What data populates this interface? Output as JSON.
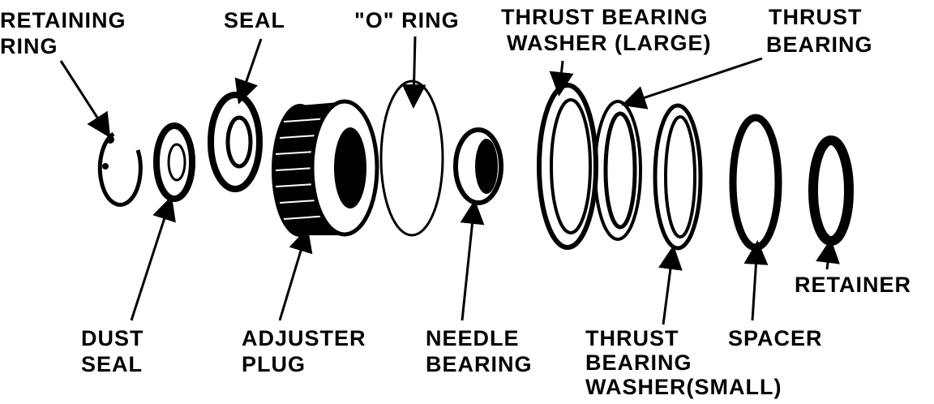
{
  "labels": {
    "retaining_ring": [
      "RETAINING",
      "RING"
    ],
    "seal": "SEAL",
    "o_ring": "\"O\" RING",
    "thrust_washer_large": [
      "THRUST BEARING",
      "WASHER (LARGE)"
    ],
    "thrust_bearing": [
      "THRUST",
      "BEARING"
    ],
    "retainer": "RETAINER",
    "dust_seal": [
      "DUST",
      "SEAL"
    ],
    "adjuster_plug": [
      "ADJUSTER",
      "PLUG"
    ],
    "needle_bearing": [
      "NEEDLE",
      "BEARING"
    ],
    "thrust_washer_small": [
      "THRUST",
      "BEARING",
      "WASHER(SMALL)"
    ],
    "spacer": "SPACER"
  }
}
